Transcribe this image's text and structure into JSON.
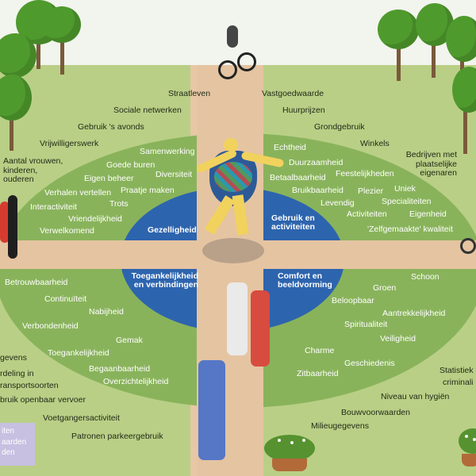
{
  "labels": {
    "top": [
      "Straatleven",
      "Vastgoedwaarde",
      "Sociale netwerken",
      "Huurprijzen",
      "Gebruik 's avonds",
      "Grondgebruik",
      "Vrijwilligerswerk",
      "Winkels",
      "Aantal vrouwen, kinderen, ouderen",
      "Bedrijven met plaatselijke eigenaren"
    ],
    "upper_left": [
      "Samenwerking",
      "Goede buren",
      "Eigen beheer",
      "Diversiteit",
      "Verhalen vertellen",
      "Praatje maken",
      "Interactiviteit",
      "Trots",
      "Vriendelijkheid",
      "Verwelkomend"
    ],
    "upper_right": [
      "Echtheid",
      "Duurzaamheid",
      "Betaalbaarheid",
      "Feestelijkheden",
      "Bruikbaarheid",
      "Plezier",
      "Uniek",
      "Levendig",
      "Specialiteiten",
      "Activiteiten",
      "Eigenheid",
      "'Zelfgemaakte' kwaliteit"
    ],
    "lower_left": [
      "Betrouwbaarheid",
      "Continuïteit",
      "Nabijheid",
      "Verbondenheid",
      "Gemak",
      "Toegankelijkheid",
      "Begaanbaarheid",
      "Overzichtelijkheid"
    ],
    "lower_right": [
      "Schoon",
      "Groen",
      "Beloopbaar",
      "Aantrekkelijkheid",
      "Spiritualiteit",
      "Veiligheid",
      "Charme",
      "Geschiedenis",
      "Zitbaarheid"
    ],
    "bottom": [
      "gevens",
      "rdeling in",
      "ransportsoorten",
      "bruik openbaar vervoer",
      "Voetgangersactiviteit",
      "Patronen parkeergebruik",
      "Statistiek",
      "criminali",
      "Niveau van hygiën",
      "Bouwvoorwaarden",
      "Milieugegevens"
    ],
    "quadrants": {
      "left": "Gezelligheid",
      "right": "Gebruik en activiteiten",
      "bottom_left": "Toegankelijkheid en verbindingen",
      "bottom_right": "Comfort en beeldvorming"
    }
  },
  "legend": [
    "iten",
    "aarden",
    "den"
  ]
}
